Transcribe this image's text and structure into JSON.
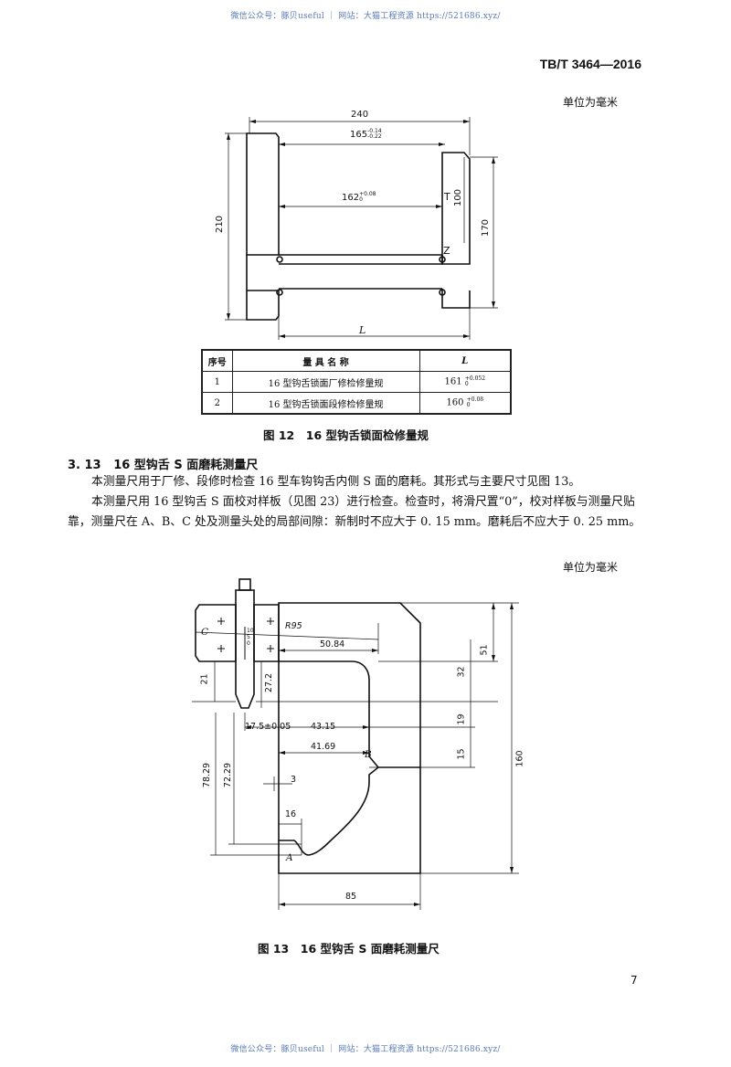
{
  "watermark": {
    "top": "微信公众号：豚贝useful ｜ 网站：大猫工程资源 https://521686.xyz/",
    "bottom": "微信公众号：豚贝useful ｜ 网站：大猫工程资源 https://521686.xyz/"
  },
  "header": {
    "standard_no": "TB/T 3464—2016"
  },
  "unit_note_1": "单位为毫米",
  "fig12": {
    "dims": {
      "d240": "240",
      "d165": "165",
      "d165_tol_up": "-0.14",
      "d165_tol_low": "-0.22",
      "d162": "162",
      "d162_tol_up": "+0.08",
      "d162_tol_low": "0",
      "d210": "210",
      "d100": "100",
      "d170": "170",
      "label_T": "T",
      "label_Z": "Z",
      "label_L": "L"
    },
    "table": {
      "headers": [
        "序号",
        "量 具 名 称",
        "L"
      ],
      "rows": [
        {
          "no": "1",
          "name": "16 型钩舌锁面厂修检修量规",
          "L": "161",
          "tol_up": "+0.052",
          "tol_low": "0"
        },
        {
          "no": "2",
          "name": "16 型钩舌锁面段修检修量规",
          "L": "160",
          "tol_up": "+0.08",
          "tol_low": "0"
        }
      ]
    },
    "caption": "图 12　16 型钩舌锁面检修量规"
  },
  "section": {
    "number": "3. 13",
    "title": "16 型钩舌 S 面磨耗测量尺",
    "para1": "本测量尺用于厂修、段修时检查 16 型车钩钩舌内侧 S 面的磨耗。其形式与主要尺寸见图 13。",
    "para2": "本测量尺用 16 型钩舌 S 面校对样板（见图 23）进行检查。检查时，将滑尺置“0”，校对样板与测量尺贴靠，测量尺在 A、B、C 处及测量头处的局部间隙：新制时不应大于 0. 15 mm。磨耗后不应大于 0. 25 mm。"
  },
  "unit_note_2": "单位为毫米",
  "fig13": {
    "dims": {
      "r95": "R95",
      "d50_84": "50.84",
      "d51": "51",
      "d32": "32",
      "d19": "19",
      "d15": "15",
      "d160": "160",
      "d21": "21",
      "d27_2": "27.2",
      "d17_5": "17.5±0.05",
      "d43_15": "43.15",
      "d41_69": "41.69",
      "d78_29": "78.29",
      "d72_29": "72.29",
      "d3": "3",
      "d16": "16",
      "d85": "85",
      "label_A": "A",
      "label_B": "B",
      "label_C": "C",
      "scale_10": "10",
      "scale_5": "5",
      "scale_0": "0"
    },
    "caption": "图 13　16 型钩舌 S 面磨耗测量尺"
  },
  "page_number": "7"
}
